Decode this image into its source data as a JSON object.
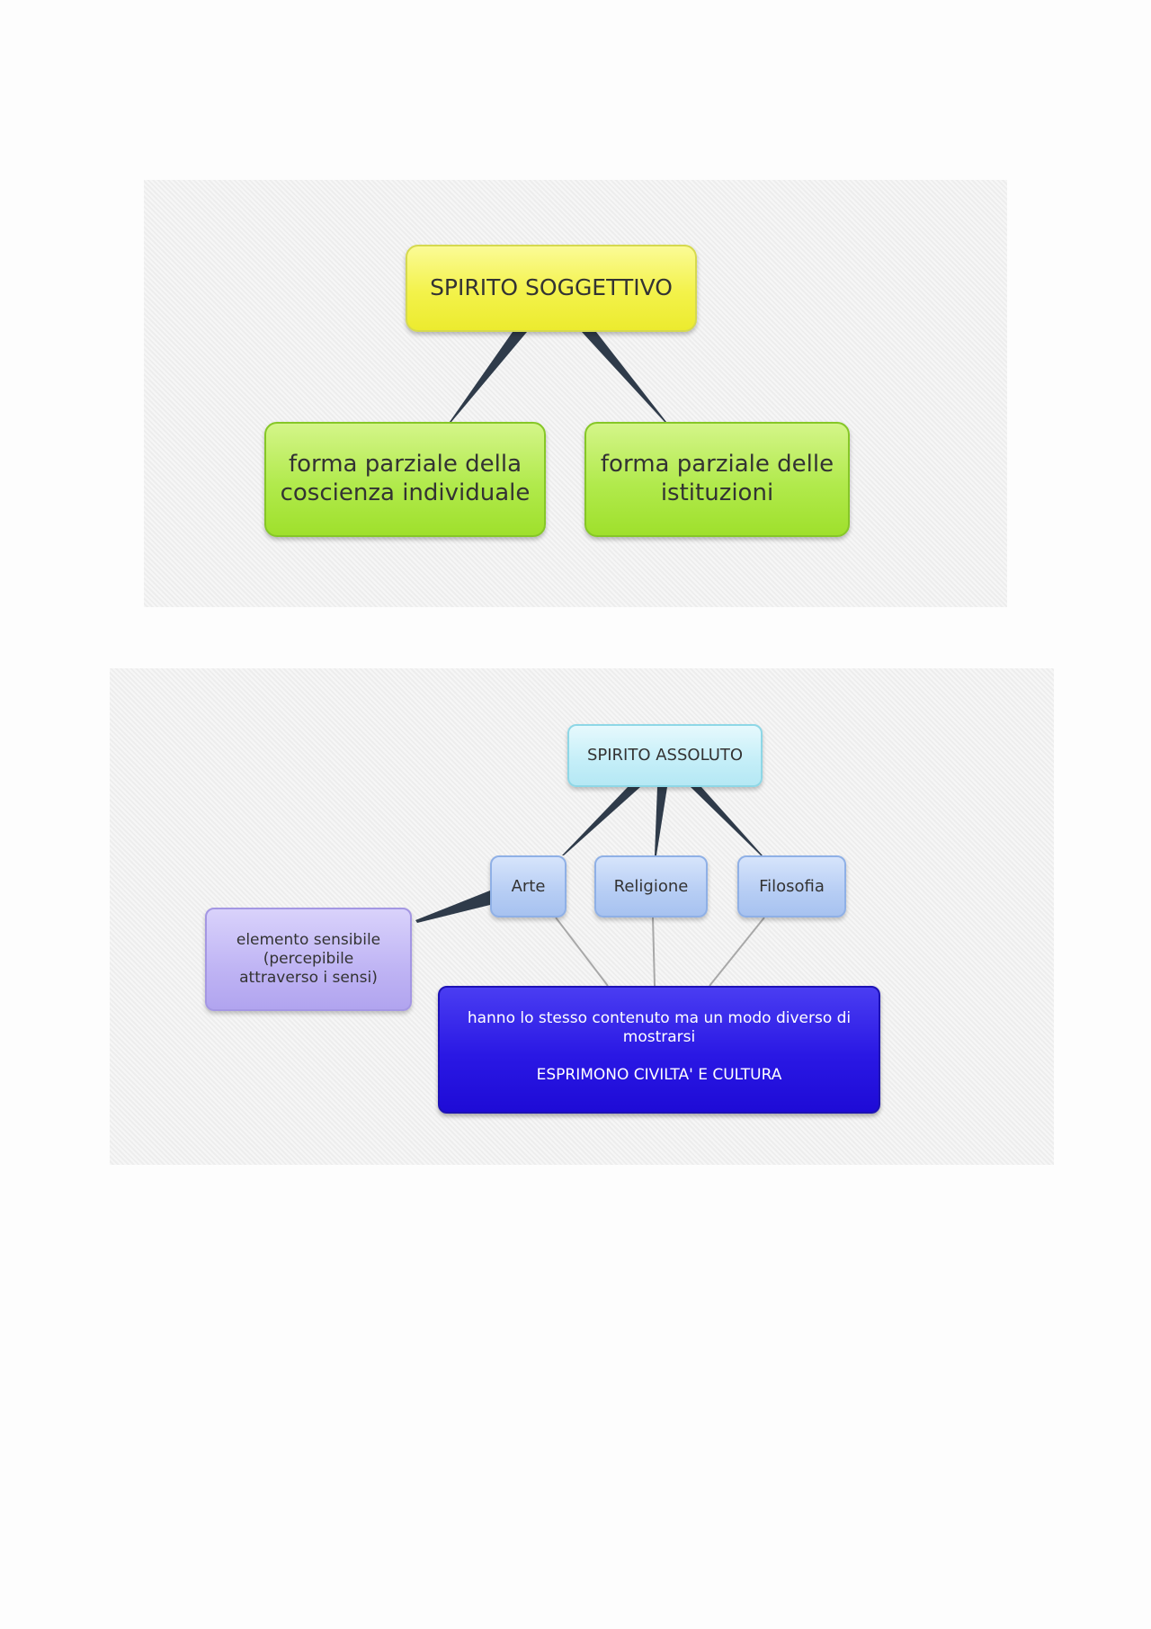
{
  "diagram_1": {
    "root": {
      "label": "SPIRITO SOGGETTIVO"
    },
    "children": [
      {
        "lines": [
          "forma parziale della",
          "coscienza individuale"
        ]
      },
      {
        "lines": [
          "forma parziale delle",
          "istituzioni"
        ]
      }
    ]
  },
  "diagram_2": {
    "root": {
      "label": "SPIRITO ASSOLUTO"
    },
    "forms": [
      {
        "label": "Arte"
      },
      {
        "label": "Religione"
      },
      {
        "label": "Filosofia"
      }
    ],
    "sensible": {
      "lines": [
        "elemento sensibile",
        "(percepibile",
        "attraverso i sensi)"
      ]
    },
    "content": {
      "lines": [
        "hanno lo stesso contenuto ma un modo diverso di",
        "mostrarsi"
      ],
      "conclusion": "ESPRIMONO CIVILTA' E CULTURA"
    }
  },
  "colors": {
    "yellow": "#f3f24a",
    "green": "#b1ea4c",
    "light_cyan": "#c4eef8",
    "light_blue": "#b6cdf4",
    "lavender": "#bfb4f4",
    "dark_blue": "#2a18e4",
    "connector_dark": "#2f3b4a",
    "connector_gray": "#a8a8a8"
  }
}
